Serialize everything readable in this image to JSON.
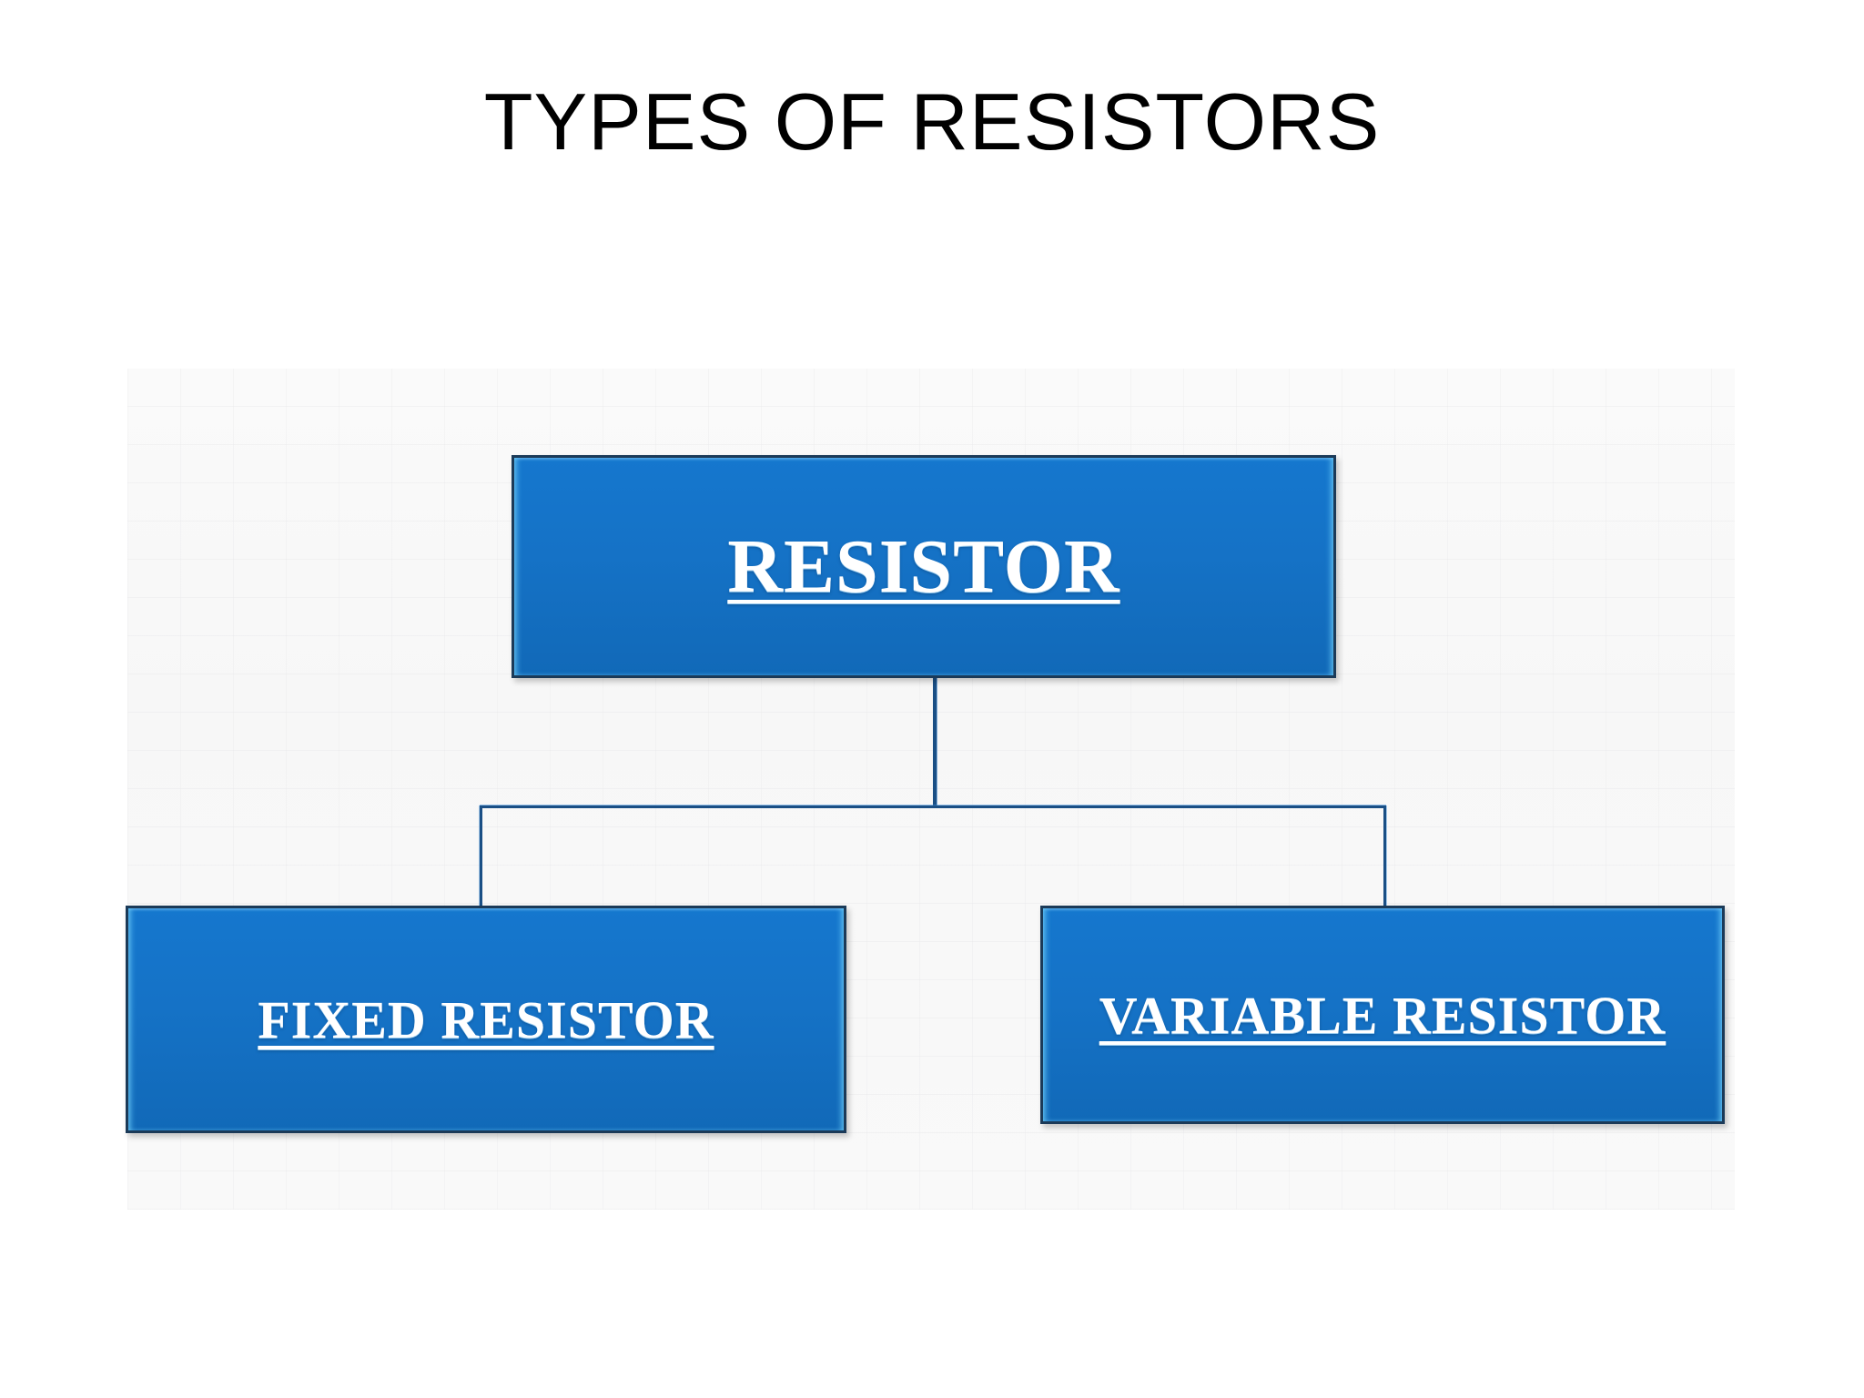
{
  "slide": {
    "title": "TYPES OF RESISTORS",
    "background_color": "#ffffff",
    "title_color": "#000000"
  },
  "diagram": {
    "name": "resistor-classification-flowchart",
    "canvas_background_color": "#f8f8f8",
    "node_fill_color": "#1572c6",
    "node_border_color": "#1b3a58",
    "node_highlight_color": "#68c8f5",
    "node_text_color": "#ffffff",
    "connector_color": "#1a4f85",
    "root": {
      "id": "resistor",
      "label": "RESISTOR"
    },
    "children": [
      {
        "id": "fixed-resistor",
        "label": "FIXED RESISTOR"
      },
      {
        "id": "variable-resistor",
        "label": "VARIABLE RESISTOR"
      }
    ]
  }
}
